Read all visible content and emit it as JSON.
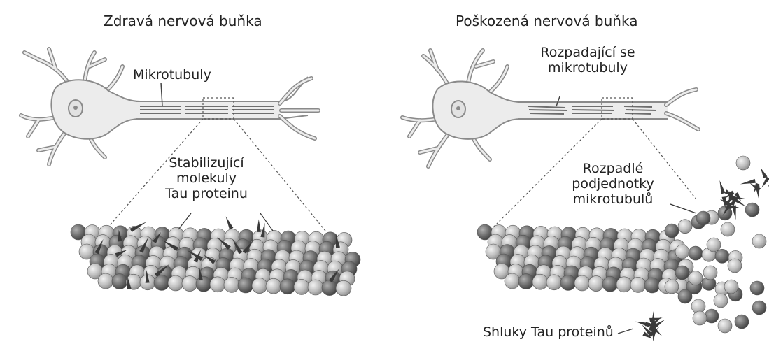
{
  "panels": [
    {
      "title": "Zdravá nervová buňka",
      "labels": {
        "microtubules": "Mikrotubuly",
        "stabilizing_line1": "Stabilizující",
        "stabilizing_line2": "molekuly",
        "stabilizing_line3": "Tau proteinu"
      }
    },
    {
      "title": "Poškozená nervová buňka",
      "labels": {
        "disintegrating_line1": "Rozpadající se",
        "disintegrating_line2": "mikrotubuly",
        "subunits_line1": "Rozpadlé",
        "subunits_line2": "podjednotky",
        "subunits_line3": "mikrotubulů",
        "clusters": "Shluky Tau proteinů"
      }
    }
  ],
  "colors": {
    "sphere_light": "#c8c8c8",
    "sphere_dark": "#6e6e6e",
    "neuron_fill": "#ececec",
    "neuron_stroke": "#8a8a8a",
    "tau": "#3a3a3a"
  }
}
